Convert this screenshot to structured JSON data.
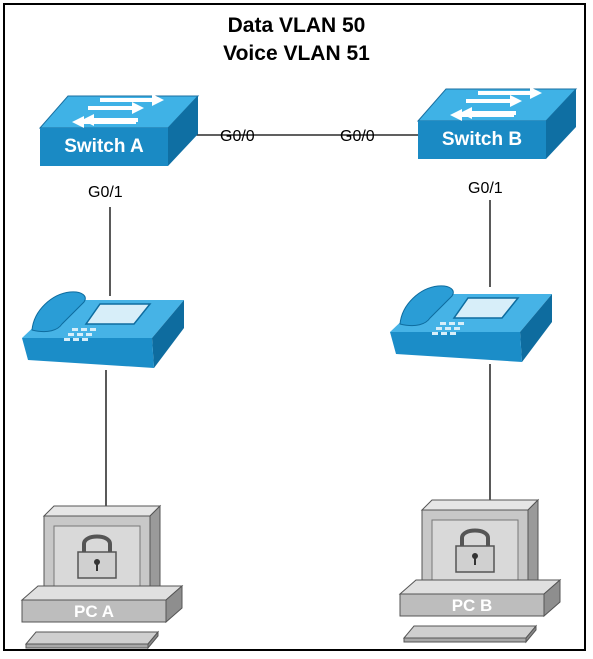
{
  "title": {
    "line1": "Data VLAN 50",
    "line2": "Voice VLAN 51"
  },
  "switches": [
    {
      "label": "Switch A"
    },
    {
      "label": "Switch B"
    }
  ],
  "ports": {
    "switch_a_uplink": "G0/0",
    "switch_b_uplink": "G0/0",
    "switch_a_down": "G0/1",
    "switch_b_down": "G0/1"
  },
  "pcs": [
    {
      "label": "PC A"
    },
    {
      "label": "PC B"
    }
  ],
  "icons": {
    "switch": "switch-icon",
    "phone": "ip-phone-icon",
    "pc": "pc-icon",
    "lock": "lock-icon"
  },
  "colors": {
    "switch_fill": "#1a8ac4",
    "switch_top": "#3fb2e6",
    "phone_fill": "#1b8dc8",
    "pc_fill": "#c8c8c8",
    "link": "#000000"
  }
}
